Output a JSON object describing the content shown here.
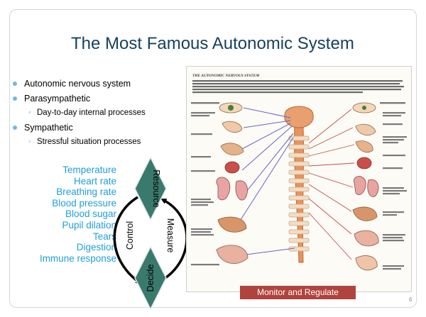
{
  "slide": {
    "title": "The Most Famous Autonomic System",
    "page_number": "6"
  },
  "bullets": [
    {
      "level": 1,
      "text": "Autonomic nervous system"
    },
    {
      "level": 1,
      "text": "Parasympathetic"
    },
    {
      "level": 2,
      "text": "Day-to-day internal processes"
    },
    {
      "level": 1,
      "text": "Sympathetic"
    },
    {
      "level": 2,
      "text": "Stressful situation processes"
    }
  ],
  "measures": [
    "Temperature",
    "Heart rate",
    "Breathing rate",
    "Blood pressure",
    "Blood sugar",
    "Pupil dilation",
    "Tears",
    "Digestion",
    "Immune response"
  ],
  "loop": {
    "top_label": "Resource",
    "left_label": "Control",
    "right_label": "Measure",
    "bottom_label": "Decide"
  },
  "figure": {
    "heading": "THE AUTONOMIC NERVOUS SYSTEM",
    "caption": "Monitor and Regulate"
  },
  "colors": {
    "title": "#17415e",
    "measure_text": "#1e9fdc",
    "bullet_dot": "#6fb9dd",
    "diamond": "#3a7a6c",
    "caption_bg": "#b0433d",
    "frame": "#cfd8dd"
  }
}
